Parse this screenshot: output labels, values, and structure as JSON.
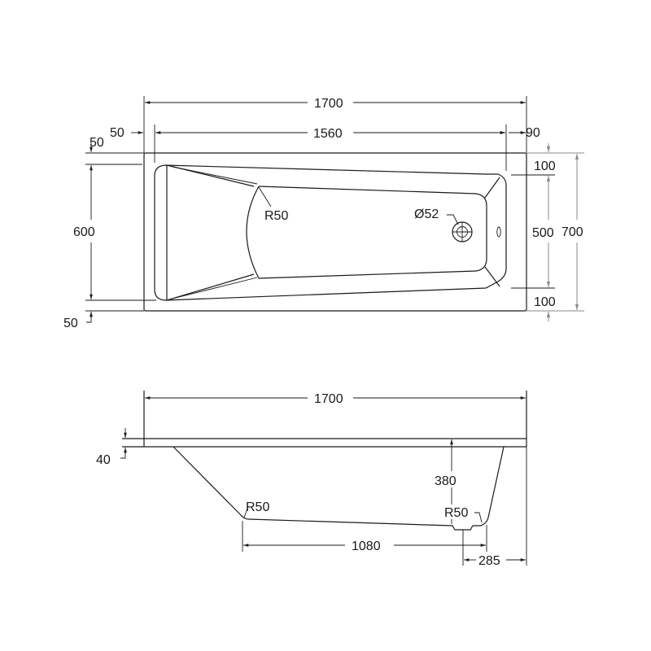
{
  "drawing": {
    "units": "mm",
    "colors": {
      "line": "#1a1a1a",
      "background": "#ffffff",
      "secondary_line": "#8a8a8a"
    },
    "top_view": {
      "overall_length": "1700",
      "inner_length": "1560",
      "left_rim": "50",
      "right_rim": "90",
      "overall_width": "700",
      "inner_width_left": "600",
      "top_rim_left": "50",
      "bottom_rim_left": "50",
      "inner_width_right": "500",
      "top_rim_right": "100",
      "bottom_rim_right": "100",
      "backrest_radius": "R50",
      "waste_diameter": "Ø52"
    },
    "side_view": {
      "overall_length": "1700",
      "rim_thickness": "40",
      "depth": "380",
      "floor_length": "1080",
      "waste_offset": "285",
      "radius_left": "R50",
      "radius_right": "R50"
    }
  }
}
